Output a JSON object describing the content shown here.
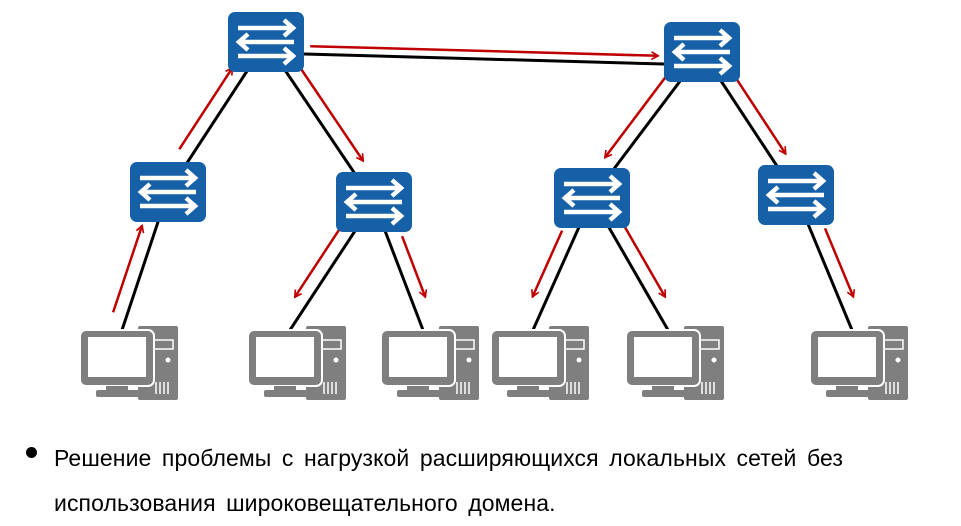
{
  "diagram": {
    "title": "Switched LAN broadcast forwarding",
    "colors": {
      "switch_fill": "#1660a8",
      "switch_glyph": "#ffffff",
      "link": "#000000",
      "flow_arrow": "#c00000",
      "pc": "#7f7f7f"
    },
    "nodes": [
      {
        "id": "S1",
        "type": "switch",
        "icon": "switch-icon",
        "level": "core"
      },
      {
        "id": "S2",
        "type": "switch",
        "icon": "switch-icon",
        "level": "core"
      },
      {
        "id": "S3",
        "type": "switch",
        "icon": "switch-icon",
        "level": "access"
      },
      {
        "id": "S4",
        "type": "switch",
        "icon": "switch-icon",
        "level": "access"
      },
      {
        "id": "S5",
        "type": "switch",
        "icon": "switch-icon",
        "level": "access"
      },
      {
        "id": "S6",
        "type": "switch",
        "icon": "switch-icon",
        "level": "access"
      },
      {
        "id": "PC1",
        "type": "pc",
        "icon": "desktop-computer-icon"
      },
      {
        "id": "PC2",
        "type": "pc",
        "icon": "desktop-computer-icon"
      },
      {
        "id": "PC3",
        "type": "pc",
        "icon": "desktop-computer-icon"
      },
      {
        "id": "PC4",
        "type": "pc",
        "icon": "desktop-computer-icon"
      },
      {
        "id": "PC5",
        "type": "pc",
        "icon": "desktop-computer-icon"
      },
      {
        "id": "PC6",
        "type": "pc",
        "icon": "desktop-computer-icon"
      }
    ],
    "links": [
      {
        "from": "S1",
        "to": "S2"
      },
      {
        "from": "S1",
        "to": "S3"
      },
      {
        "from": "S1",
        "to": "S4"
      },
      {
        "from": "S2",
        "to": "S5"
      },
      {
        "from": "S2",
        "to": "S6"
      },
      {
        "from": "S3",
        "to": "PC1"
      },
      {
        "from": "S4",
        "to": "PC2"
      },
      {
        "from": "S4",
        "to": "PC3"
      },
      {
        "from": "S5",
        "to": "PC4"
      },
      {
        "from": "S5",
        "to": "PC5"
      },
      {
        "from": "S6",
        "to": "PC6"
      }
    ],
    "flows": [
      {
        "from": "PC1",
        "to": "S3"
      },
      {
        "from": "S3",
        "to": "S1"
      },
      {
        "from": "S1",
        "to": "S2"
      },
      {
        "from": "S1",
        "to": "S4"
      },
      {
        "from": "S4",
        "to": "PC2"
      },
      {
        "from": "S4",
        "to": "PC3"
      },
      {
        "from": "S2",
        "to": "S5"
      },
      {
        "from": "S2",
        "to": "S6"
      },
      {
        "from": "S5",
        "to": "PC4"
      },
      {
        "from": "S5",
        "to": "PC5"
      },
      {
        "from": "S6",
        "to": "PC6"
      }
    ]
  },
  "caption": {
    "bullet_icon": "bullet-dot-icon",
    "text": "Решение проблемы с нагрузкой расширяющихся локальных сетей без использования широковещательного домена."
  }
}
